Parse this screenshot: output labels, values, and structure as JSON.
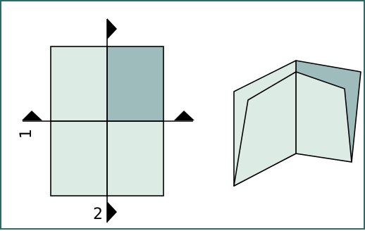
{
  "colors": {
    "frame_border": "#2f6a6a",
    "panel_light": "#dcebe3",
    "panel_dark": "#9ebcbc",
    "stroke": "#000000",
    "arrow": "#000000"
  },
  "fold_labels": {
    "horizontal": "1",
    "vertical": "2"
  },
  "icons": {
    "fold_arrow": "triangle-arrow"
  }
}
